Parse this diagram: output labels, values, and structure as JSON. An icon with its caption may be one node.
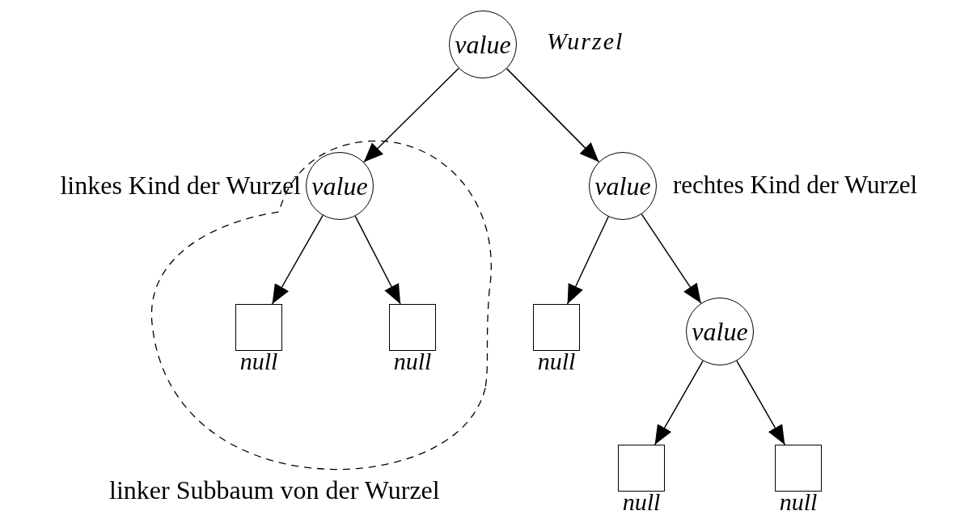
{
  "diagram": {
    "nodes": [
      {
        "text": [
          "value"
        ],
        "beside": [
          "Wurzel"
        ]
      },
      {
        "text": [
          "value"
        ],
        "beside": [
          "linkes Kind der Wurzel"
        ]
      },
      {
        "text": [
          "value"
        ],
        "beside": [
          "rechtes Kind der Wurzel"
        ]
      },
      {
        "text": [],
        "shape": "box",
        "beside": [
          "null"
        ]
      },
      {
        "text": [],
        "shape": "box",
        "beside": [
          "null"
        ]
      },
      {
        "text": [],
        "shape": "box",
        "beside": [
          "null"
        ]
      },
      {
        "text": [
          "value"
        ]
      },
      {
        "text": [],
        "shape": "box",
        "beside": [
          "null"
        ]
      },
      {
        "text": [],
        "shape": "box",
        "beside": [
          "null"
        ]
      }
    ],
    "edges": [
      {
        "from": 0,
        "to": 1,
        "arrow": "to"
      },
      {
        "from": 0,
        "to": 2,
        "arrow": "to"
      },
      {
        "from": 1,
        "to": 3,
        "arrow": "to"
      },
      {
        "from": 1,
        "to": 4,
        "arrow": "to"
      },
      {
        "from": 2,
        "to": 5,
        "arrow": "to"
      },
      {
        "from": 2,
        "to": 6,
        "arrow": "to"
      },
      {
        "from": 6,
        "to": 7,
        "arrow": "to"
      },
      {
        "from": 6,
        "to": 8,
        "arrow": "to"
      }
    ],
    "labels": [
      "linker Subbaum von der Wurzel"
    ]
  }
}
